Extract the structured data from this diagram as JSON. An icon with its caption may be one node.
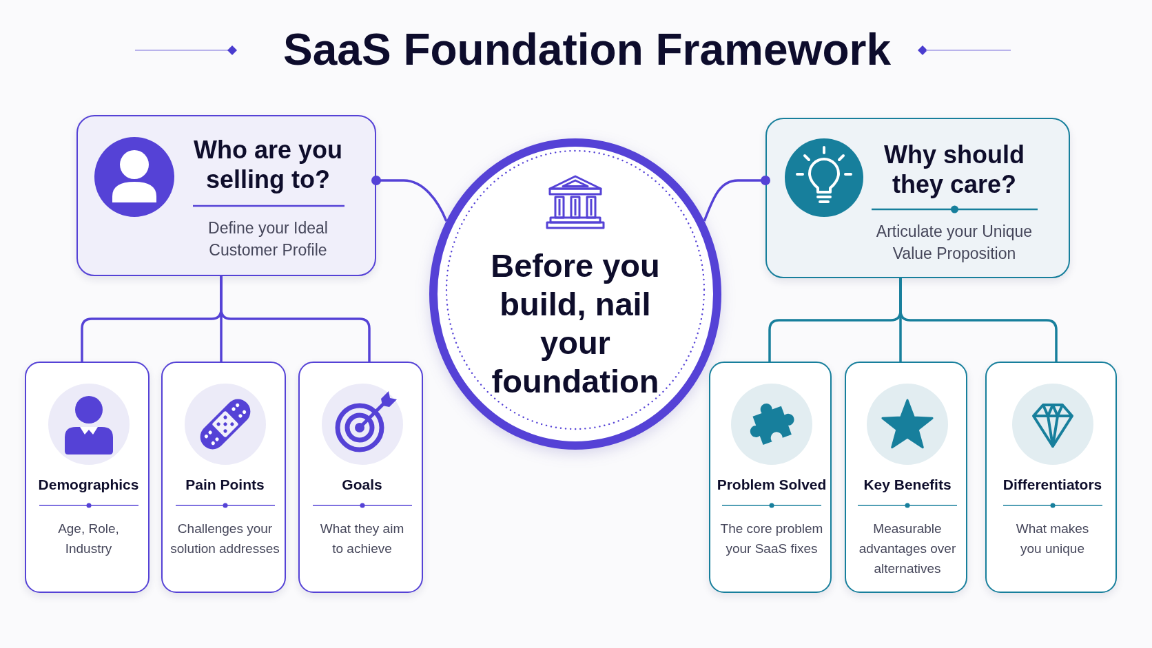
{
  "diagram": {
    "title": "SaaS Foundation Framework",
    "nodes": [
      {
        "text": [
          "Who are you selling to?",
          "Define your Ideal Customer Profile"
        ]
      },
      {
        "text": [
          "Before you build, nail your foundation"
        ]
      },
      {
        "text": [
          "Why should they care?",
          "Articulate your Unique Value Proposition"
        ]
      },
      {
        "text": [
          "Demographics",
          "Age, Role, Industry"
        ]
      },
      {
        "text": [
          "Pain Points",
          "Challenges your solution addresses"
        ]
      },
      {
        "text": [
          "Goals",
          "What they aim to achieve"
        ]
      },
      {
        "text": [
          "Problem Solved",
          "The core problem your SaaS fixes"
        ]
      },
      {
        "text": [
          "Key Benefits",
          "Measurable advantages over alternatives"
        ]
      },
      {
        "text": [
          "Differentiators",
          "What makes you unique"
        ]
      }
    ],
    "edges": [
      {
        "from": 0,
        "to": 1,
        "arrow": "other"
      },
      {
        "from": 2,
        "to": 1,
        "arrow": "other"
      },
      {
        "from": 0,
        "to": 3,
        "arrow": "none"
      },
      {
        "from": 0,
        "to": 4,
        "arrow": "none"
      },
      {
        "from": 0,
        "to": 5,
        "arrow": "none"
      },
      {
        "from": 2,
        "to": 6,
        "arrow": "none",
        "color": "#177f9c"
      },
      {
        "from": 2,
        "to": 7,
        "arrow": "none",
        "color": "#177f9c"
      },
      {
        "from": 2,
        "to": 8,
        "arrow": "none",
        "color": "#177f9c"
      }
    ]
  }
}
